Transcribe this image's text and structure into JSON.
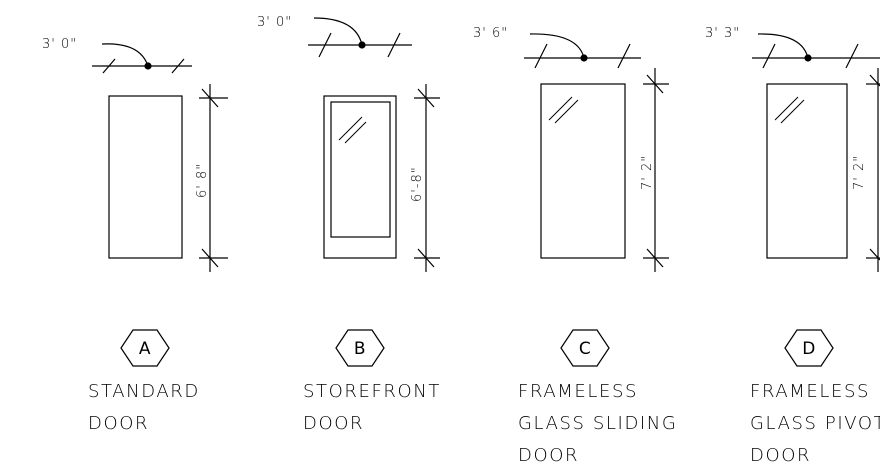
{
  "doors": [
    {
      "id": "A",
      "width_label": "3' 0\"",
      "height_label": "6' 8\"",
      "caption": [
        "STANDARD",
        "DOOR"
      ]
    },
    {
      "id": "B",
      "width_label": "3' 0\"",
      "height_label": "6'-8\"",
      "caption": [
        "STOREFRONT",
        "DOOR"
      ]
    },
    {
      "id": "C",
      "width_label": "3' 6\"",
      "height_label": "7' 2\"",
      "caption": [
        "FRAMELESS",
        "GLASS SLIDING",
        "DOOR"
      ]
    },
    {
      "id": "D",
      "width_label": "3' 3\"",
      "height_label": "7' 2\"",
      "caption": [
        "FRAMELESS",
        "GLASS PIVOT",
        "DOOR"
      ]
    }
  ]
}
